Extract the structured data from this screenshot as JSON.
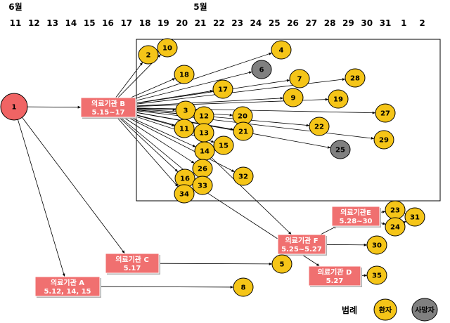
{
  "header": {
    "months": [
      {
        "label": "5월",
        "day": 21
      },
      {
        "label": "6월",
        "day": 32
      }
    ],
    "days": [
      "11",
      "12",
      "13",
      "14",
      "15",
      "16",
      "17",
      "18",
      "19",
      "20",
      "21",
      "22",
      "23",
      "24",
      "25",
      "26",
      "27",
      "28",
      "29",
      "30",
      "31",
      "1",
      "2"
    ]
  },
  "colors": {
    "patient": "#f5c518",
    "deceased": "#808080",
    "facility": "#f07070",
    "index": "#f06464",
    "edge": "#000000",
    "cluster_border": "#000000"
  },
  "facilities": [
    {
      "id": "B",
      "name": "의료기관 B",
      "dates": "5.15~17"
    },
    {
      "id": "C",
      "name": "의료기관 C",
      "dates": "5.17"
    },
    {
      "id": "A",
      "name": "의료기관 A",
      "dates": "5.12, 14, 15"
    },
    {
      "id": "F",
      "name": "의료기관 F",
      "dates": "5.25~5.27"
    },
    {
      "id": "E",
      "name": "의료기관E",
      "dates": "5.28~30"
    },
    {
      "id": "D",
      "name": "의료기관 D",
      "dates": "5.27"
    }
  ],
  "patients": [
    {
      "n": "1",
      "kind": "index"
    },
    {
      "n": "2",
      "kind": "patient"
    },
    {
      "n": "10",
      "kind": "patient"
    },
    {
      "n": "4",
      "kind": "patient"
    },
    {
      "n": "6",
      "kind": "deceased"
    },
    {
      "n": "18",
      "kind": "patient"
    },
    {
      "n": "7",
      "kind": "patient"
    },
    {
      "n": "28",
      "kind": "patient"
    },
    {
      "n": "17",
      "kind": "patient"
    },
    {
      "n": "9",
      "kind": "patient"
    },
    {
      "n": "19",
      "kind": "patient"
    },
    {
      "n": "3",
      "kind": "patient"
    },
    {
      "n": "12",
      "kind": "patient"
    },
    {
      "n": "20",
      "kind": "patient"
    },
    {
      "n": "27",
      "kind": "patient"
    },
    {
      "n": "22",
      "kind": "patient"
    },
    {
      "n": "11",
      "kind": "patient"
    },
    {
      "n": "13",
      "kind": "patient"
    },
    {
      "n": "21",
      "kind": "patient"
    },
    {
      "n": "29",
      "kind": "patient"
    },
    {
      "n": "15",
      "kind": "patient"
    },
    {
      "n": "14",
      "kind": "patient"
    },
    {
      "n": "25",
      "kind": "deceased"
    },
    {
      "n": "26",
      "kind": "patient"
    },
    {
      "n": "32",
      "kind": "patient"
    },
    {
      "n": "16",
      "kind": "patient"
    },
    {
      "n": "33",
      "kind": "patient"
    },
    {
      "n": "34",
      "kind": "patient"
    },
    {
      "n": "23",
      "kind": "patient"
    },
    {
      "n": "31",
      "kind": "patient"
    },
    {
      "n": "24",
      "kind": "patient"
    },
    {
      "n": "30",
      "kind": "patient"
    },
    {
      "n": "5",
      "kind": "patient"
    },
    {
      "n": "35",
      "kind": "patient"
    },
    {
      "n": "8",
      "kind": "patient"
    }
  ],
  "edges": [
    [
      "1",
      "B"
    ],
    [
      "1",
      "C"
    ],
    [
      "1",
      "A"
    ],
    [
      "B",
      "2"
    ],
    [
      "B",
      "10"
    ],
    [
      "B",
      "4"
    ],
    [
      "B",
      "6"
    ],
    [
      "B",
      "18"
    ],
    [
      "B",
      "7"
    ],
    [
      "B",
      "28"
    ],
    [
      "B",
      "17"
    ],
    [
      "B",
      "9"
    ],
    [
      "B",
      "19"
    ],
    [
      "B",
      "3"
    ],
    [
      "B",
      "12"
    ],
    [
      "B",
      "20"
    ],
    [
      "B",
      "27"
    ],
    [
      "B",
      "22"
    ],
    [
      "B",
      "11"
    ],
    [
      "B",
      "13"
    ],
    [
      "B",
      "21"
    ],
    [
      "B",
      "29"
    ],
    [
      "B",
      "15"
    ],
    [
      "B",
      "14"
    ],
    [
      "B",
      "25"
    ],
    [
      "B",
      "26"
    ],
    [
      "B",
      "32"
    ],
    [
      "B",
      "16"
    ],
    [
      "B",
      "33"
    ],
    [
      "B",
      "34"
    ],
    [
      "14",
      "F"
    ],
    [
      "16",
      "D"
    ],
    [
      "F",
      "E"
    ],
    [
      "F",
      "30"
    ],
    [
      "E",
      "23"
    ],
    [
      "E",
      "24"
    ],
    [
      "23",
      "31"
    ],
    [
      "24",
      "31"
    ],
    [
      "C",
      "5"
    ],
    [
      "A",
      "8"
    ],
    [
      "D",
      "35"
    ]
  ],
  "legend": {
    "title": "범례",
    "patient_label": "환자",
    "deceased_label": "사망자"
  }
}
